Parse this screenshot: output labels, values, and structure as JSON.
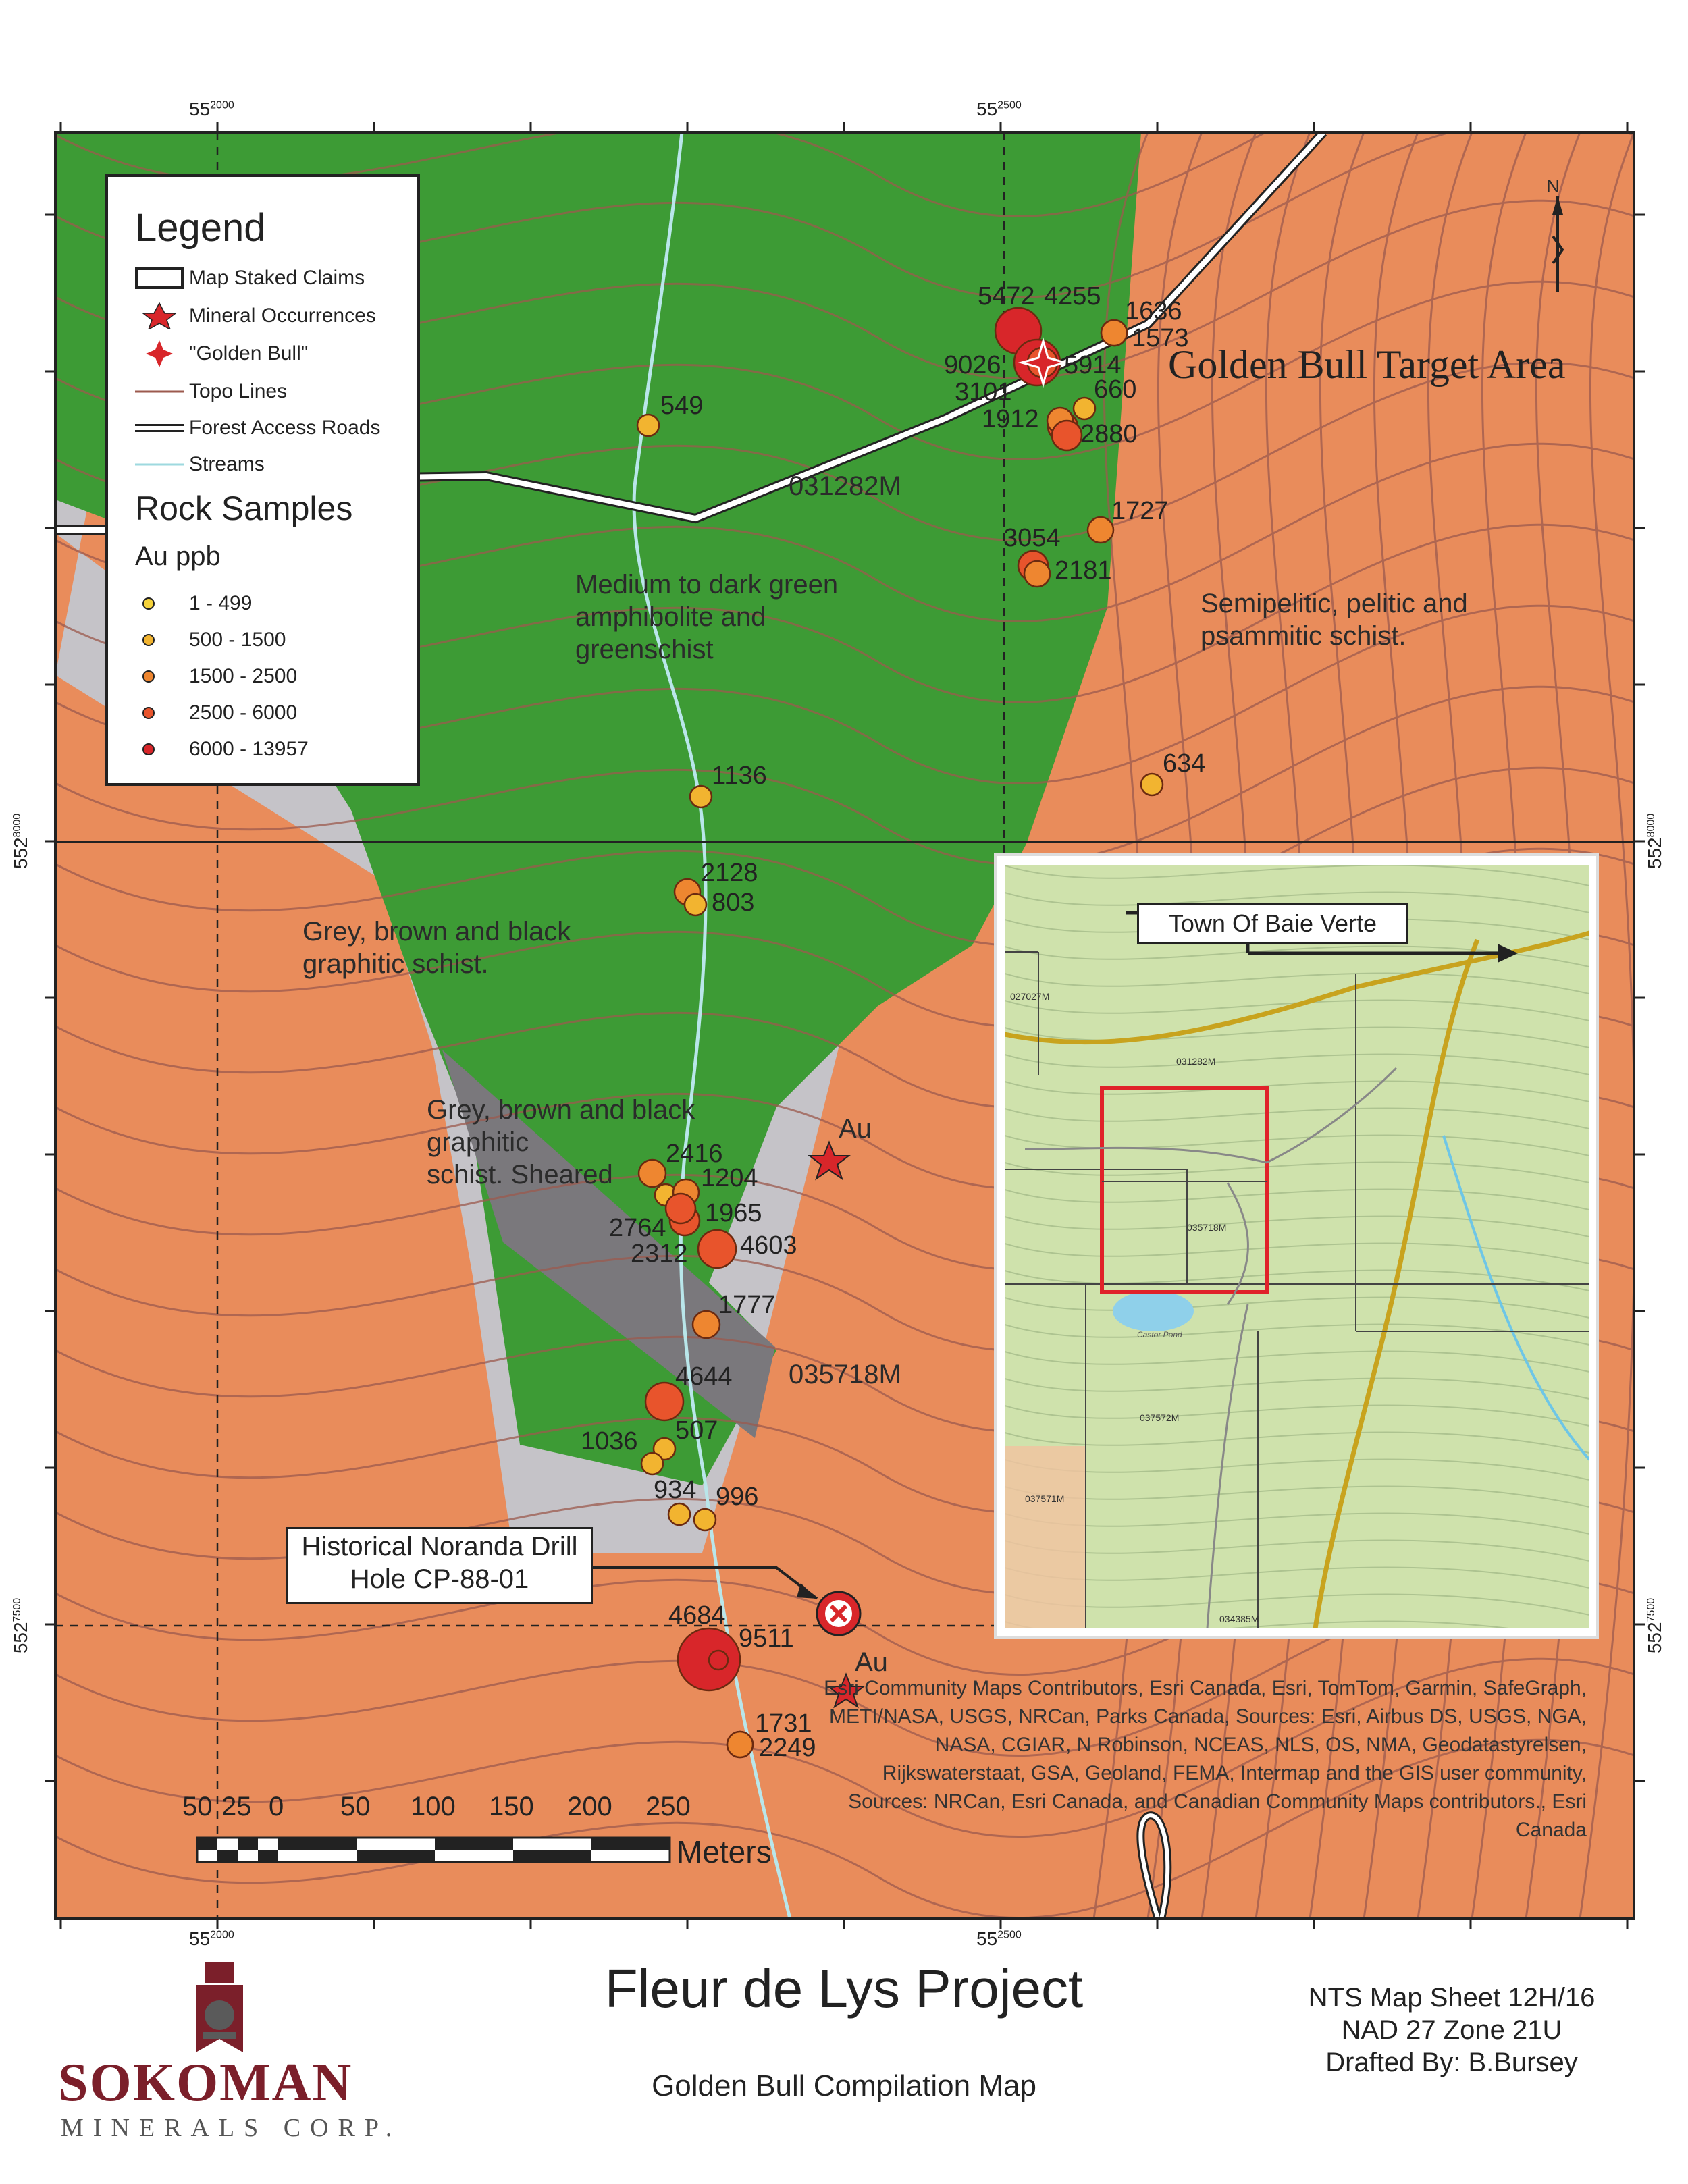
{
  "title": "Fleur de Lys Project",
  "subtitle": "Golden Bull Compilation Map",
  "map_info": [
    "NTS Map Sheet 12H/16",
    "NAD 27 Zone 21U",
    "Drafted By: B.Bursey"
  ],
  "company": {
    "name": "SOKOMAN",
    "subname": "MINERALS CORP."
  },
  "grid_labels": {
    "x_prefix": "55",
    "x1": "2000",
    "x2": "2500",
    "y_prefix": "552",
    "y1": "8000",
    "y2": "7500"
  },
  "legend": {
    "title": "Legend",
    "items": [
      {
        "label": "Map Staked Claims",
        "icon": "claim-box-icon"
      },
      {
        "label": "Mineral Occurrences",
        "icon": "star-icon"
      },
      {
        "label": "\"Golden Bull\"",
        "icon": "four-point-star-icon"
      },
      {
        "label": "Topo Lines",
        "icon": "topo-line-icon"
      },
      {
        "label": "Forest Access Roads",
        "icon": "road-icon"
      },
      {
        "label": "Streams",
        "icon": "stream-icon"
      }
    ],
    "rock_title": "Rock Samples",
    "au_title": "Au ppb",
    "ranges": [
      {
        "label": "1 - 499",
        "color": "#f5d23a"
      },
      {
        "label": "500 - 1500",
        "color": "#f2b430"
      },
      {
        "label": "1500 - 2500",
        "color": "#ee8630"
      },
      {
        "label": "2500 - 6000",
        "color": "#e8542c"
      },
      {
        "label": "6000 - 13957",
        "color": "#d8262a"
      }
    ]
  },
  "colors": {
    "orange_unit": "#e98c5b",
    "green_unit": "#3d9b35",
    "grey_unit": "#c5c3c8",
    "sheared_unit": "#7a787c",
    "topo": "#9c5a4e",
    "stream": "#b9e6ea"
  },
  "geology_labels": {
    "amphibolite": "Medium to dark green\namphibolite and\ngreenschist",
    "schist": "Semipelitic, pelitic and\npsammitic schist.",
    "graphitic": "Grey, brown and black\ngraphitic schist.",
    "sheared": "Grey, brown and black\ngraphitic\nschist. Sheared"
  },
  "target_area": "Golden Bull Target Area",
  "claims": [
    "031282M",
    "035718M"
  ],
  "au_label": "Au",
  "drill_callout": "Historical Noranda Drill\nHole CP-88-01",
  "inset": {
    "town_callout": "Town Of Baie Verte",
    "claims": [
      "027027M",
      "031282M",
      "035718M",
      "037572M",
      "037571M",
      "034385M"
    ],
    "pond": "Castor Pond"
  },
  "scale": {
    "ticks": [
      "50",
      "25",
      "0",
      "50",
      "100",
      "150",
      "200",
      "250"
    ],
    "unit": "Meters"
  },
  "north": "N",
  "attribution": "Esri Community Maps Contributors, Esri Canada, Esri, TomTom, Garmin, SafeGraph, METI/NASA, USGS, NRCan, Parks Canada, Sources: Esri, Airbus DS, USGS, NGA, NASA, CGIAR, N Robinson, NCEAS, NLS, OS, NMA, Geodatastyrelsen, Rijkswaterstaat, GSA, Geoland, FEMA, Intermap and the GIS user community, Sources: NRCan, Esri Canada, and Canadian Community Maps contributors., Esri Canada",
  "samples": [
    {
      "value": "5472",
      "cls": 4
    },
    {
      "value": "4255",
      "cls": 3
    },
    {
      "value": "1636",
      "cls": 2
    },
    {
      "value": "1573",
      "cls": 2
    },
    {
      "value": "9026",
      "cls": 4
    },
    {
      "value": "5914",
      "cls": 3
    },
    {
      "value": "660",
      "cls": 1
    },
    {
      "value": "3101",
      "cls": 3
    },
    {
      "value": "1912",
      "cls": 2
    },
    {
      "value": "2880",
      "cls": 3
    },
    {
      "value": "549",
      "cls": 1
    },
    {
      "value": "1727",
      "cls": 2
    },
    {
      "value": "3054",
      "cls": 3
    },
    {
      "value": "2181",
      "cls": 2
    },
    {
      "value": "634",
      "cls": 1
    },
    {
      "value": "1136",
      "cls": 1
    },
    {
      "value": "2128",
      "cls": 2
    },
    {
      "value": "803",
      "cls": 1
    },
    {
      "value": "2416",
      "cls": 2
    },
    {
      "value": "1204",
      "cls": 1
    },
    {
      "value": "1965",
      "cls": 2
    },
    {
      "value": "2764",
      "cls": 3
    },
    {
      "value": "4603",
      "cls": 3
    },
    {
      "value": "2312",
      "cls": 3
    },
    {
      "value": "1777",
      "cls": 2
    },
    {
      "value": "4644",
      "cls": 3
    },
    {
      "value": "507",
      "cls": 1
    },
    {
      "value": "1036",
      "cls": 1
    },
    {
      "value": "934",
      "cls": 1
    },
    {
      "value": "996",
      "cls": 1
    },
    {
      "value": "4684",
      "cls": 4
    },
    {
      "value": "9511",
      "cls": 4
    },
    {
      "value": "1731",
      "cls": 2
    },
    {
      "value": "2249",
      "cls": 2
    }
  ]
}
